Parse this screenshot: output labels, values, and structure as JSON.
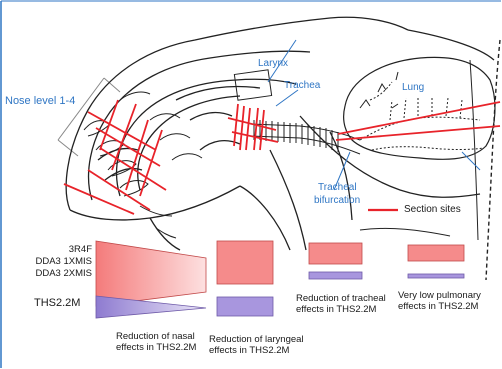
{
  "labels": {
    "nose": "Nose level 1-4",
    "larynx": "Larynx",
    "trachea": "Trachea",
    "lung": "Lung",
    "bifurcation_line1": "Tracheal",
    "bifurcation_line2": "bifurcation"
  },
  "legend": {
    "section_sites": "Section sites"
  },
  "groups": {
    "line1": "3R4F",
    "line2": "DDA3 1XMIS",
    "line3": "DDA3 2XMIS",
    "ths": "THS2.2M"
  },
  "notes": {
    "nasal": "Reduction of nasal effects in THS2.2M",
    "laryngeal": "Reduction of laryngeal effects in THS2.2M",
    "tracheal": "Reduction of tracheal effects in THS2.2M",
    "pulmonary": "Very low pulmonary effects in THS2.2M"
  },
  "colors": {
    "section_line": "#e8232a",
    "label_blue": "#2f76c4",
    "reference_fill": "#f47b7b",
    "ths_fill": "#9c8ad6",
    "anatomy_line": "#222222"
  }
}
